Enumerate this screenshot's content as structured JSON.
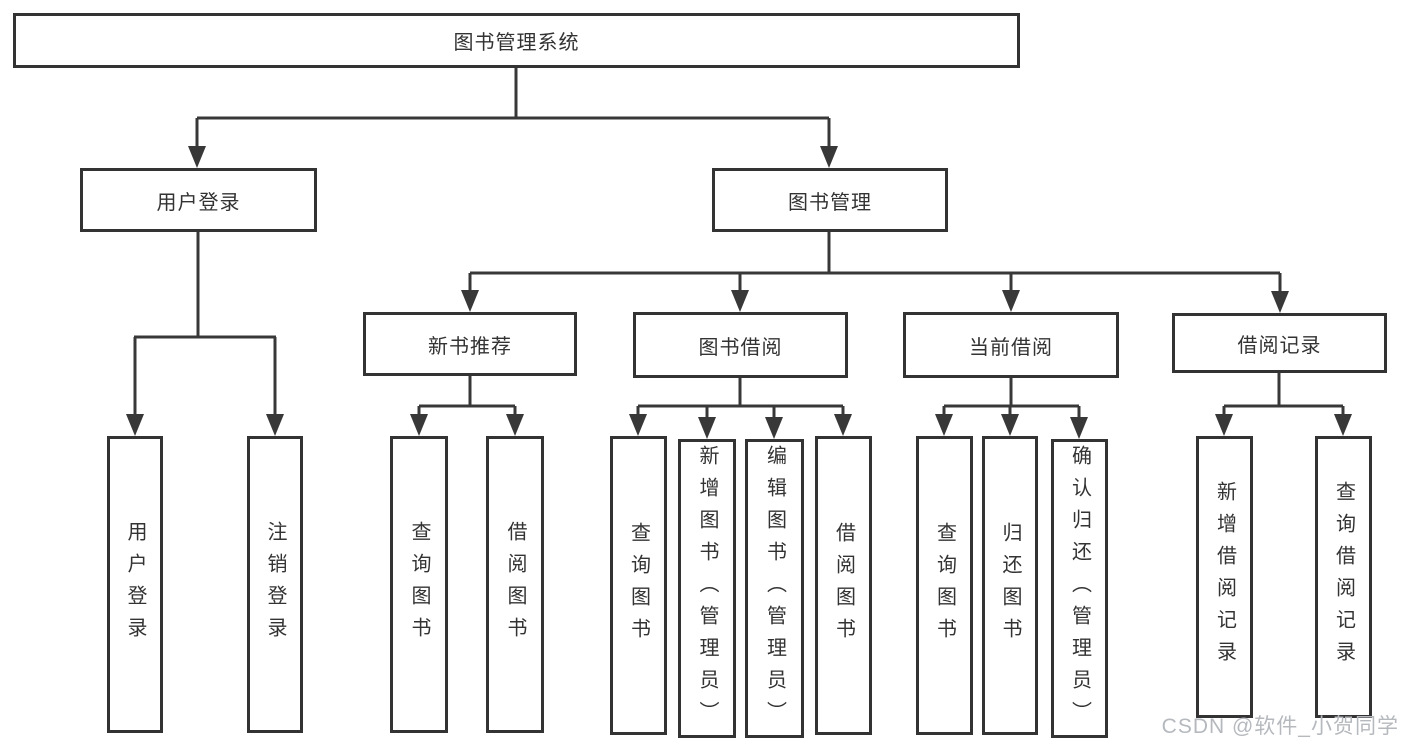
{
  "diagram": {
    "title": "图书管理系统",
    "tree": {
      "label": "图书管理系统",
      "children": [
        {
          "label": "用户登录",
          "children": [
            {
              "label": "用户登录"
            },
            {
              "label": "注销登录"
            }
          ]
        },
        {
          "label": "图书管理",
          "children": [
            {
              "label": "新书推荐",
              "children": [
                {
                  "label": "查询图书"
                },
                {
                  "label": "借阅图书"
                }
              ]
            },
            {
              "label": "图书借阅",
              "children": [
                {
                  "label": "查询图书"
                },
                {
                  "label": "新增图书（管理员）"
                },
                {
                  "label": "编辑图书（管理员）"
                },
                {
                  "label": "借阅图书"
                }
              ]
            },
            {
              "label": "当前借阅",
              "children": [
                {
                  "label": "查询图书"
                },
                {
                  "label": "归还图书"
                },
                {
                  "label": "确认归还（管理员）"
                }
              ]
            },
            {
              "label": "借阅记录",
              "children": [
                {
                  "label": "新增借阅记录"
                },
                {
                  "label": "查询借阅记录"
                }
              ]
            }
          ]
        }
      ]
    },
    "colors": {
      "line": "#383838",
      "box_border": "#333333",
      "text": "#333333",
      "background": "#ffffff",
      "watermark": "#b5b9be"
    }
  },
  "watermark": {
    "text": "CSDN @软件_小贺同学"
  }
}
